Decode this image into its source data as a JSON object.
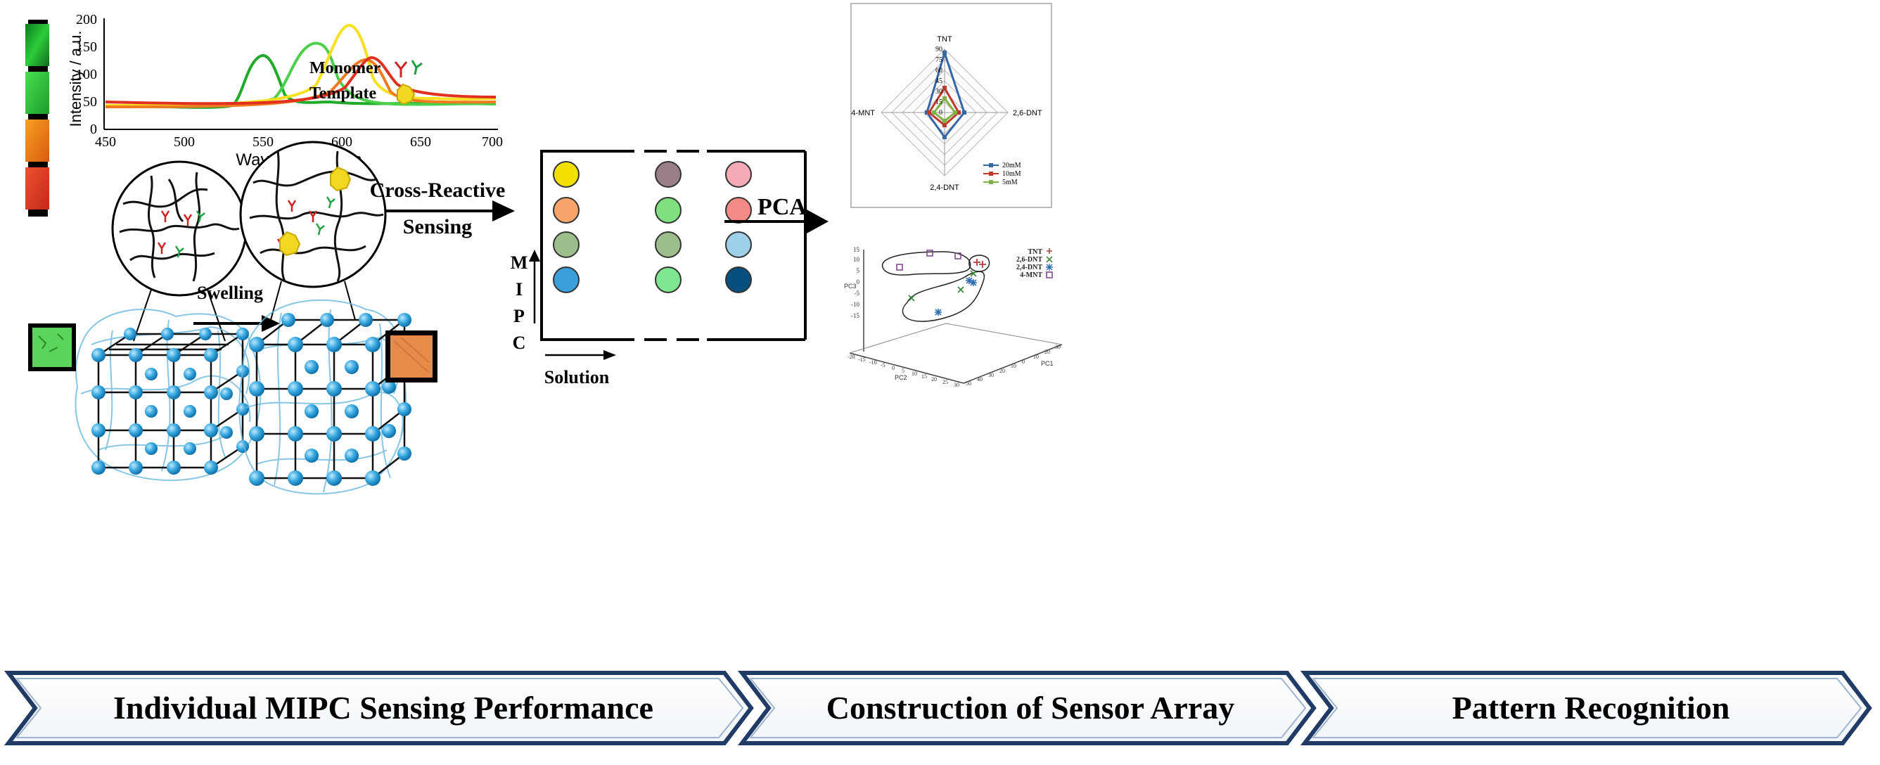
{
  "spectrum": {
    "y_axis_label": "Intensity / a.u.",
    "x_axis_label": "Wavelength / nm",
    "y_ticks": [
      "0",
      "50",
      "100",
      "150",
      "200"
    ],
    "x_ticks": [
      "450",
      "500",
      "550",
      "600",
      "650",
      "700"
    ]
  },
  "legend_monomer": "Monomer",
  "legend_template": "Template",
  "swelling_label": "Swelling",
  "cross_reactive_label": "Cross-Reactive",
  "sensing_label": "Sensing",
  "pca_label": "PCA",
  "mipc_letters": [
    "M",
    "I",
    "P",
    "C"
  ],
  "solution_label": "Solution",
  "array_colors": {
    "left_column": [
      "#f2e100",
      "#f7a36a",
      "#9dbe8a",
      "#3aa0dc"
    ],
    "middle_column": [
      "#9a7f87",
      "#7ee07e",
      "#9dbe8a",
      "#7ee68e"
    ],
    "right_column": [
      "#f5aab6",
      "#f48a86",
      "#9fd0ea",
      "#06507f"
    ]
  },
  "radar": {
    "axes": [
      "TNT",
      "2,6-DNT",
      "2,4-DNT",
      "4-MNT"
    ],
    "ticks": [
      "90",
      "75",
      "60",
      "45",
      "30",
      "15",
      "0"
    ],
    "series": [
      {
        "name": "20mM",
        "color": "#3566a8",
        "values": [
          85,
          28,
          35,
          25
        ]
      },
      {
        "name": "10mM",
        "color": "#c0392b",
        "values": [
          35,
          20,
          18,
          22
        ]
      },
      {
        "name": "5mM",
        "color": "#7cb342",
        "values": [
          20,
          15,
          12,
          15
        ]
      }
    ]
  },
  "scatter3d": {
    "legend": [
      "TNT",
      "2,6-DNT",
      "2,4-DNT",
      "4-MNT"
    ],
    "legend_colors": [
      "#b04040",
      "#3d8a3d",
      "#2e6fb5",
      "#7a3f8f"
    ],
    "z_ticks": [
      "15",
      "10",
      "5",
      "0",
      "-5",
      "-10",
      "-15"
    ],
    "z_label": "PC3",
    "pc1_label": "PC1",
    "pc2_label": "PC2",
    "pc1_ticks": [
      "30",
      "20",
      "10",
      "0",
      "10",
      "20",
      "30",
      "40",
      "50"
    ],
    "pc2_ticks": [
      "-20",
      "-15",
      "-10",
      "-5",
      "0",
      "5",
      "10",
      "15",
      "20",
      "25",
      "30"
    ]
  },
  "banner": {
    "stage1": "Individual MIPC Sensing Performance",
    "stage2": "Construction of Sensor Array",
    "stage3": "Pattern Recognition"
  }
}
